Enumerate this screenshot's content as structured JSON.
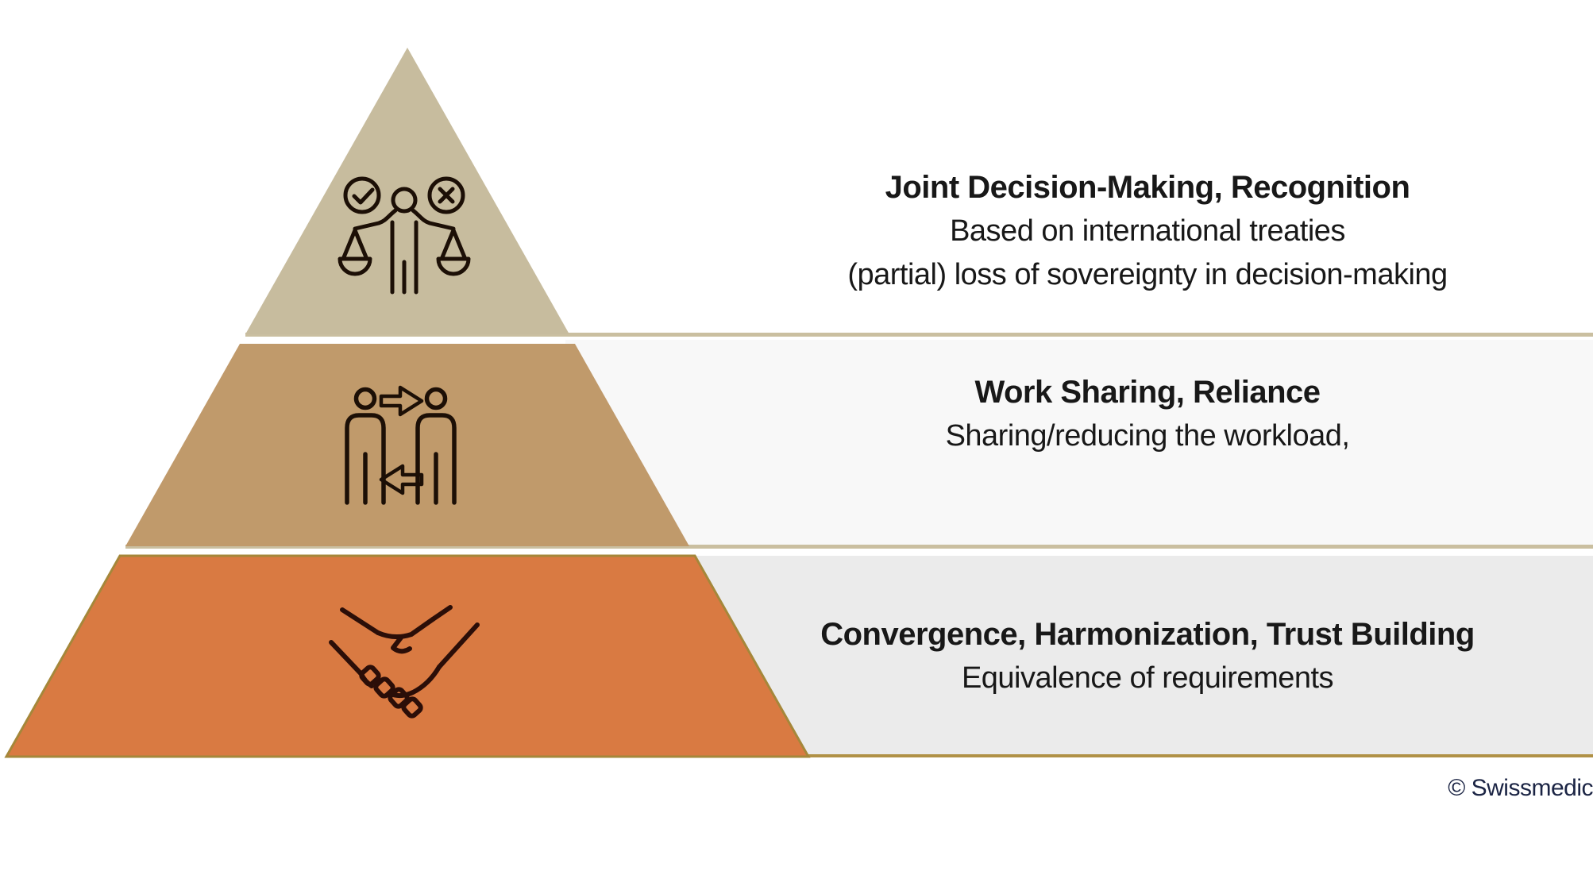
{
  "diagram": {
    "type": "pyramid",
    "description": "Three-level regulatory cooperation pyramid",
    "tiers": [
      {
        "level": 1,
        "title": "Joint Decision-Making, Recognition",
        "lines": [
          "Based on international treaties",
          "(partial) loss of sovereignty in decision-making"
        ],
        "icon": "scales-of-justice-icon",
        "fill": "#c7bc9e",
        "band_fill": "#ffffff"
      },
      {
        "level": 2,
        "title": "Work Sharing, Reliance",
        "lines": [
          "Sharing/reducing the workload,"
        ],
        "icon": "people-exchange-icon",
        "fill": "#c09a6b",
        "band_fill": "#f8f8f8"
      },
      {
        "level": 3,
        "title": "Convergence, Harmonization, Trust Building",
        "lines": [
          "Equivalence of requirements"
        ],
        "icon": "handshake-icon",
        "fill": "#d97a42",
        "band_fill": "#ebebeb"
      }
    ],
    "colors": {
      "separator_line": "#cabfa0",
      "bottom_line": "#b09146",
      "tier3_border": "#a5873a",
      "icon_stroke": "#1c0f06",
      "handshake_stroke": "#2b0e08",
      "text": "#181818",
      "copyright_text": "#1b2444"
    }
  },
  "footer": {
    "copyright": "© Swissmedic"
  }
}
